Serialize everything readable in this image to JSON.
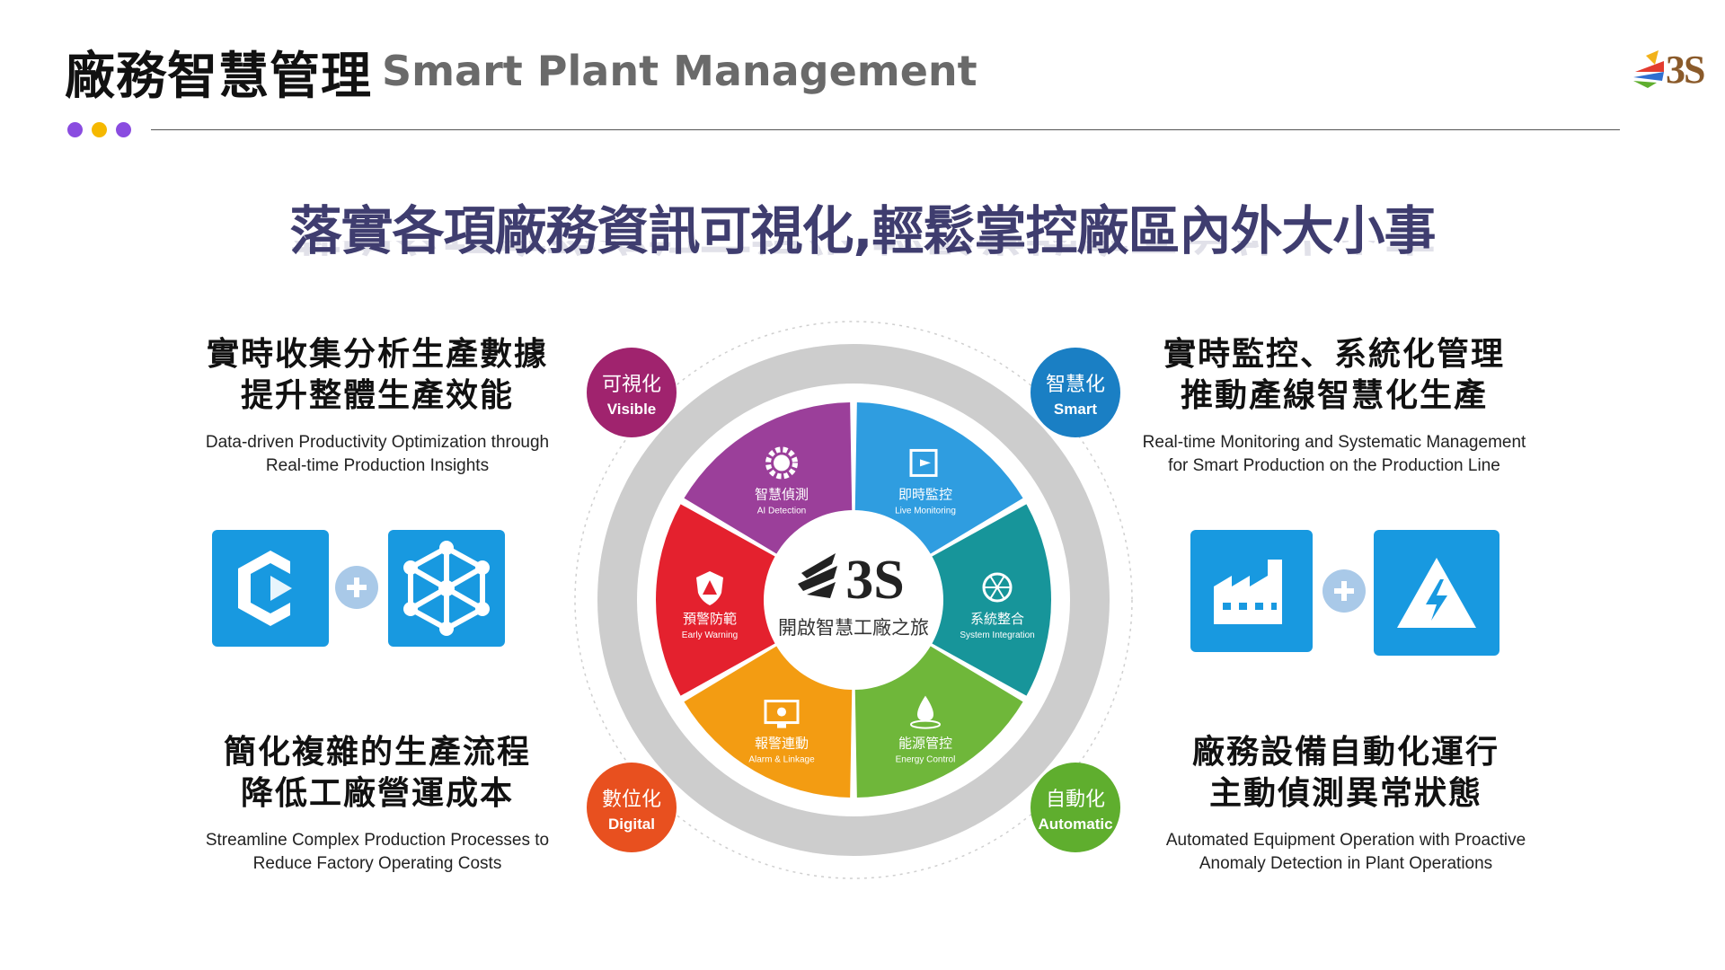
{
  "header": {
    "title_zh": "廠務智慧管理",
    "title_en": "Smart Plant Management",
    "dot_colors": [
      "#8a4ce0",
      "#f5b800",
      "#8a4ce0"
    ],
    "brand_logo": "3S"
  },
  "headline": "落實各項廠務資訊可視化,輕鬆掌控廠區內外大小事",
  "blocks": {
    "top_left": {
      "zh_line1": "實時收集分析生產數據",
      "zh_line2": "提升整體生產效能",
      "en_line1": "Data-driven Productivity Optimization through",
      "en_line2": "Real-time Production Insights"
    },
    "top_right": {
      "zh_line1": "實時監控、系統化管理",
      "zh_line2": "推動產線智慧化生產",
      "en_line1": "Real-time Monitoring and Systematic Management",
      "en_line2": "for Smart Production on the Production Line"
    },
    "bottom_left": {
      "zh_line1": "簡化複雜的生產流程",
      "zh_line2": "降低工廠營運成本",
      "en_line1": "Streamline Complex Production Processes to",
      "en_line2": "Reduce Factory Operating Costs"
    },
    "bottom_right": {
      "zh_line1": "廠務設備自動化運行",
      "zh_line2": "主動偵測異常狀態",
      "en_line1": "Automated Equipment Operation with Proactive",
      "en_line2": "Anomaly Detection in Plant Operations"
    }
  },
  "wheel": {
    "center_logo": "3S",
    "center_caption": "開啟智慧工廠之旅",
    "corners": [
      {
        "zh": "可視化",
        "en": "Visible",
        "color": "#a0236e"
      },
      {
        "zh": "智慧化",
        "en": "Smart",
        "color": "#1a7fc4"
      },
      {
        "zh": "數位化",
        "en": "Digital",
        "color": "#e8501f"
      },
      {
        "zh": "自動化",
        "en": "Automatic",
        "color": "#5fae2e"
      }
    ],
    "segments": [
      {
        "zh": "智慧偵測",
        "en": "AI Detection",
        "icon": "ai-gear-icon",
        "color": "#9b3f9a"
      },
      {
        "zh": "即時監控",
        "en": "Live Monitoring",
        "icon": "video-monitor-icon",
        "color": "#2f9de0"
      },
      {
        "zh": "系統整合",
        "en": "System Integration",
        "icon": "network-icon",
        "color": "#17959a"
      },
      {
        "zh": "能源管控",
        "en": "Energy Control",
        "icon": "drop-icon",
        "color": "#6fb73a"
      },
      {
        "zh": "報警連動",
        "en": "Alarm & Linkage",
        "icon": "alarm-screen-icon",
        "color": "#f39c12"
      },
      {
        "zh": "預警防範",
        "en": "Early Warning",
        "icon": "shield-warning-icon",
        "color": "#e4212e"
      }
    ]
  }
}
